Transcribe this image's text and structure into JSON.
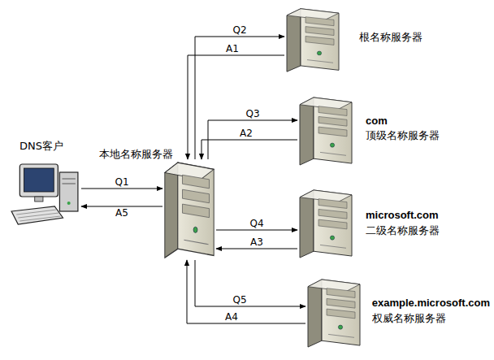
{
  "diagram": {
    "nodes": [
      {
        "text": [
          "DNS客户"
        ]
      },
      {
        "text": [
          "本地名称服务器"
        ]
      },
      {
        "text": [
          "根名称服务器"
        ]
      },
      {
        "text": [
          "com",
          "顶级名称服务器"
        ]
      },
      {
        "text": [
          "microsoft.com",
          "二级名称服务器"
        ]
      },
      {
        "text": [
          "example.microsoft.com",
          "权威名称服务器"
        ]
      }
    ],
    "edges": [
      {
        "from": 0,
        "to": 1,
        "label": "Q1",
        "arrow": "to"
      },
      {
        "from": 1,
        "to": 0,
        "label": "A5",
        "arrow": "to"
      },
      {
        "from": 1,
        "to": 2,
        "label": "Q2",
        "arrow": "to"
      },
      {
        "from": 2,
        "to": 1,
        "label": "A1",
        "arrow": "to"
      },
      {
        "from": 1,
        "to": 3,
        "label": "Q3",
        "arrow": "to"
      },
      {
        "from": 3,
        "to": 1,
        "label": "A2",
        "arrow": "to"
      },
      {
        "from": 1,
        "to": 4,
        "label": "Q4",
        "arrow": "to"
      },
      {
        "from": 4,
        "to": 1,
        "label": "A3",
        "arrow": "to"
      },
      {
        "from": 1,
        "to": 5,
        "label": "Q5",
        "arrow": "to"
      },
      {
        "from": 5,
        "to": 1,
        "label": "A4",
        "arrow": "to"
      }
    ]
  }
}
